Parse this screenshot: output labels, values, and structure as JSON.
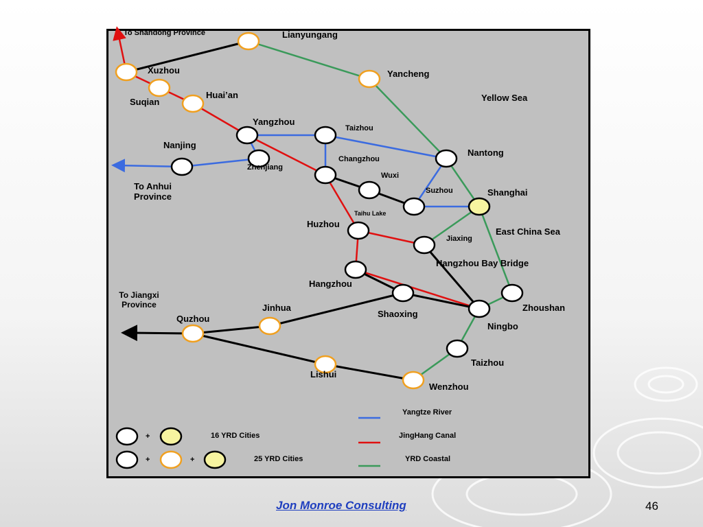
{
  "places": {
    "lianyungang": "Lianyungang",
    "xuzhou": "Xuzhou",
    "suqian": "Suqian",
    "huaian": "Huai’an",
    "yancheng": "Yancheng",
    "yangzhou": "Yangzhou",
    "taizhou_js": "Taizhou",
    "nanjing": "Nanjing",
    "zhenjiang": "Zhenjiang",
    "changzhou": "Changzhou",
    "nantong": "Nantong",
    "wuxi": "Wuxi",
    "suzhou": "Suzhou",
    "shanghai": "Shanghai",
    "taihu": "Taihu Lake",
    "huzhou": "Huzhou",
    "jiaxing": "Jiaxing",
    "hangzhou_bay_bridge": "Hangzhou Bay Bridge",
    "hangzhou": "Hangzhou",
    "shaoxing": "Shaoxing",
    "ningbo": "Ningbo",
    "zhoushan": "Zhoushan",
    "jinhua": "Jinhua",
    "quzhou": "Quzhou",
    "taizhou_zj": "Taizhou",
    "lishui": "Lishui",
    "wenzhou": "Wenzhou"
  },
  "regions": {
    "shandong": "To Shandong Province",
    "anhui_1": "To Anhui",
    "anhui_2": "Province",
    "jiangxi_1": "To Jiangxi",
    "jiangxi_2": "Province",
    "yellow_sea": "Yellow Sea",
    "east_china_sea": "East China Sea"
  },
  "legend": {
    "plus": "+",
    "cities_16": "16 YRD Cities",
    "cities_25": "25 YRD Cities",
    "yangtze": "Yangtze River",
    "jinghang": "JingHang Canal",
    "coastal": "YRD Coastal"
  },
  "colors": {
    "yangtze": "#3b6be0",
    "jinghang": "#e01010",
    "coastal": "#3a9a5a",
    "road": "#000000",
    "node_core_fill": "#ffffff",
    "node_core_stroke": "#000000",
    "node_ext_stroke": "#f0a020",
    "node_shanghai_fill": "#f7f4a0",
    "map_bg": "#c0c0c0"
  },
  "footer": {
    "brand": "Jon Monroe Consulting",
    "page": "46"
  }
}
